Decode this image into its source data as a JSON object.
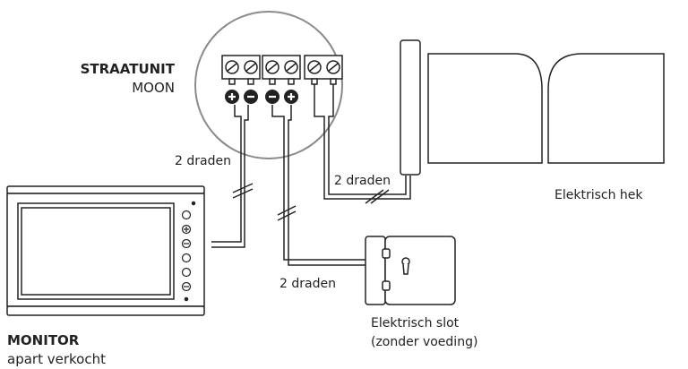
{
  "street_unit": {
    "title": "STRAATUNIT",
    "model": "MOON"
  },
  "monitor": {
    "title": "MONITOR",
    "note": "apart verkocht"
  },
  "gate": {
    "label": "Elektrisch hek"
  },
  "lock": {
    "label": "Elektrisch slot",
    "note": "(zonder voeding)"
  },
  "wires": {
    "monitor_label": "2 draden",
    "gate_label": "2 draden",
    "lock_label": "2 draden"
  },
  "terminals": {
    "polarities": [
      "+",
      "−",
      "−",
      "+"
    ]
  },
  "colors": {
    "stroke": "#222222",
    "circle": "#8a8a8a",
    "fill": "#ffffff"
  }
}
